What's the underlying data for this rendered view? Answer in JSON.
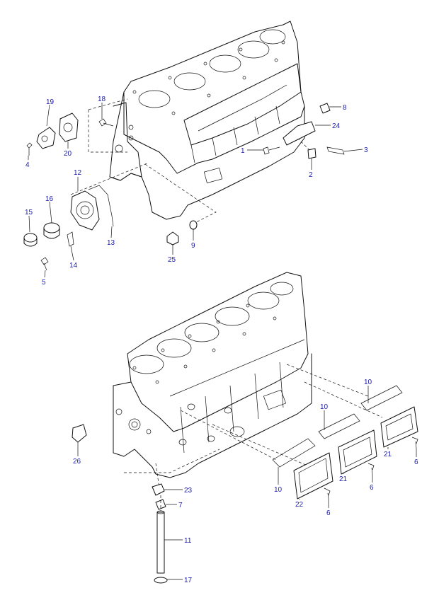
{
  "diagram": {
    "callouts": [
      {
        "id": "c19",
        "text": "19"
      },
      {
        "id": "c18",
        "text": "18"
      },
      {
        "id": "c8",
        "text": "8"
      },
      {
        "id": "c24",
        "text": "24"
      },
      {
        "id": "c1",
        "text": "1"
      },
      {
        "id": "c3",
        "text": "3"
      },
      {
        "id": "c2",
        "text": "2"
      },
      {
        "id": "c4",
        "text": "4"
      },
      {
        "id": "c20",
        "text": "20"
      },
      {
        "id": "c12",
        "text": "12"
      },
      {
        "id": "c16",
        "text": "16"
      },
      {
        "id": "c15",
        "text": "15"
      },
      {
        "id": "c13",
        "text": "13"
      },
      {
        "id": "c14",
        "text": "14"
      },
      {
        "id": "c5",
        "text": "5"
      },
      {
        "id": "c25",
        "text": "25"
      },
      {
        "id": "c9",
        "text": "9"
      },
      {
        "id": "c10a",
        "text": "10"
      },
      {
        "id": "c10b",
        "text": "10"
      },
      {
        "id": "c10c",
        "text": "10"
      },
      {
        "id": "c26",
        "text": "26"
      },
      {
        "id": "c21a",
        "text": "21"
      },
      {
        "id": "c21b",
        "text": "21"
      },
      {
        "id": "c6a",
        "text": "6"
      },
      {
        "id": "c6b",
        "text": "6"
      },
      {
        "id": "c6c",
        "text": "6"
      },
      {
        "id": "c22",
        "text": "22"
      },
      {
        "id": "c23",
        "text": "23"
      },
      {
        "id": "c7",
        "text": "7"
      },
      {
        "id": "c11",
        "text": "11"
      },
      {
        "id": "c17",
        "text": "17"
      }
    ],
    "callout_color": "#1a1aa8",
    "line_color": "#111111"
  }
}
